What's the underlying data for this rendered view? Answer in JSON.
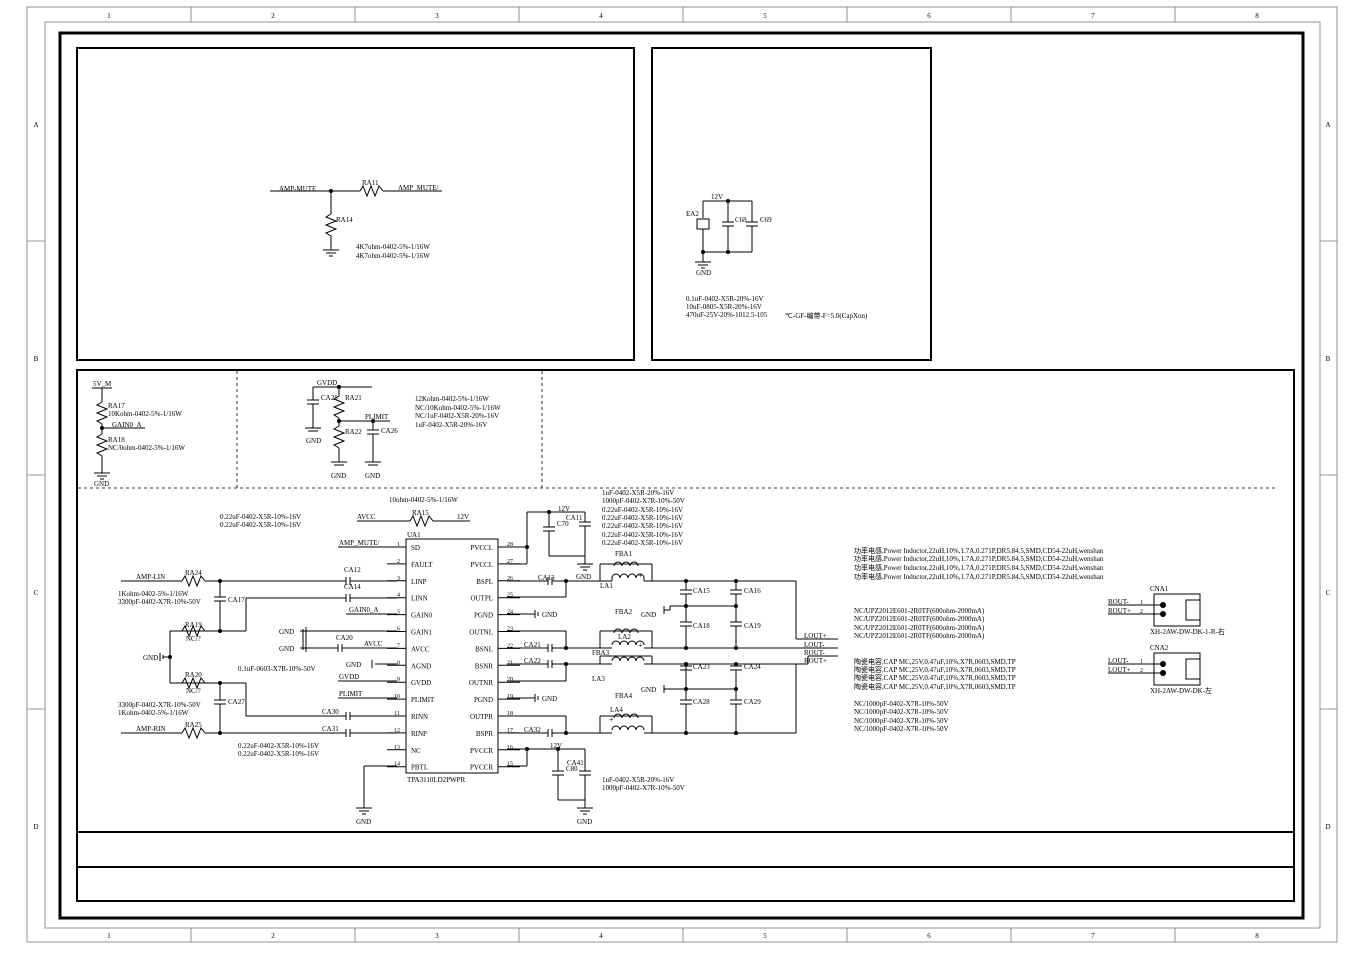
{
  "frame": {
    "cols": [
      "1",
      "2",
      "3",
      "4",
      "5",
      "6",
      "7",
      "8"
    ],
    "rows": [
      "A",
      "B",
      "C",
      "D"
    ]
  },
  "mute": {
    "net_in": "AMP-MUTE",
    "net_out": "AMP_MUTE/",
    "r_top": "RA11",
    "r_down": "RA14",
    "notes": [
      "4K7ohm-0402-5%-1/16W",
      "4K7ohm-0402-5%-1/16W"
    ]
  },
  "power": {
    "net": "12V",
    "cap_e": "EA2",
    "cap_a": "C68",
    "cap_b": "C69",
    "gnd": "GND",
    "notes": [
      "0.1uF-0402-X5R-20%-16V",
      "10uF-0805-X5R-20%-16V",
      "470uF-25V-20%-1012.5-105",
      "℃-GF-编带-F=5.0(CapXon)"
    ]
  },
  "gain": {
    "net_top": "5V_M",
    "r1": "RA17",
    "r1_val": "10Kohm-0402-5%-1/16W",
    "net_mid": "GAIN0_A",
    "r2": "RA18",
    "r2_val": "NC/0ohm-0402-5%-1/16W",
    "gnd": "GND"
  },
  "gvdd": {
    "net": "GVDD",
    "cap": "CA25",
    "r1": "RA21",
    "r2": "RA22",
    "net_plimit": "PLIMIT",
    "cap2": "CA26",
    "gnd": "GND",
    "notes": [
      "12Kohm-0402-5%-1/16W",
      "NC/10Kohm-0402-5%-1/16W",
      "NC/1uF-0402-X5R-20%-16V",
      "1uF-0402-X5R-20%-16V"
    ]
  },
  "ic": {
    "ref": "UA1",
    "part": "TPA3110LD2PWPR",
    "left_pins": [
      {
        "num": "1",
        "name": "SD",
        "net": "AMP_MUTE/"
      },
      {
        "num": "2",
        "name": "FAULT",
        "net": ""
      },
      {
        "num": "3",
        "name": "LINP",
        "net": ""
      },
      {
        "num": "4",
        "name": "LINN",
        "net": ""
      },
      {
        "num": "5",
        "name": "GAIN0",
        "net": "GAIN0_A"
      },
      {
        "num": "6",
        "name": "GAIN1",
        "net": ""
      },
      {
        "num": "7",
        "name": "AVCC",
        "net": "AVCC"
      },
      {
        "num": "8",
        "name": "AGND",
        "net": ""
      },
      {
        "num": "9",
        "name": "GVDD",
        "net": "GVDD"
      },
      {
        "num": "10",
        "name": "PLIMIT",
        "net": "PLIMIT"
      },
      {
        "num": "11",
        "name": "RINN",
        "net": ""
      },
      {
        "num": "12",
        "name": "RINP",
        "net": ""
      },
      {
        "num": "13",
        "name": "NC",
        "net": ""
      },
      {
        "num": "14",
        "name": "PBTL",
        "net": ""
      }
    ],
    "right_pins": [
      {
        "num": "28",
        "name": "PVCCL"
      },
      {
        "num": "27",
        "name": "PVCCL"
      },
      {
        "num": "26",
        "name": "BSPL"
      },
      {
        "num": "25",
        "name": "OUTPL"
      },
      {
        "num": "24",
        "name": "PGND"
      },
      {
        "num": "23",
        "name": "OUTNL"
      },
      {
        "num": "22",
        "name": "BSNL"
      },
      {
        "num": "21",
        "name": "BSNR"
      },
      {
        "num": "20",
        "name": "OUTNR"
      },
      {
        "num": "19",
        "name": "PGND"
      },
      {
        "num": "18",
        "name": "OUTPR"
      },
      {
        "num": "17",
        "name": "BSPR"
      },
      {
        "num": "16",
        "name": "PVCCR"
      },
      {
        "num": "15",
        "name": "PVCCR"
      }
    ]
  },
  "amp": {
    "avcc_net": "AVCC",
    "ra15": "RA15",
    "ra15_val": "10ohm-0402-5%-1/16W",
    "v12": "12V",
    "cap_in_notes": [
      "0.22uF-0402-X5R-10%-16V",
      "0.22uF-0402-X5R-10%-16V"
    ],
    "cap_in_notes2": [
      "0.22uF-0402-X5R-10%-16V",
      "0.22uF-0402-X5R-10%-16V"
    ],
    "ca12": "CA12",
    "ca14": "CA14",
    "ca17": "CA17",
    "ca20": "CA20",
    "ca20_note": "0.1uF-0603-X7R-10%-50V",
    "ca27": "CA27",
    "ca30": "CA30",
    "ca31": "CA31",
    "ra19": "RA19",
    "ra20": "RA20",
    "nc_label": "NC/?",
    "ra24": "RA24",
    "ra25": "RA25",
    "ra24_notes": [
      "1Kohm-0402-5%-1/16W",
      "3300pF-0402-X7R-10%-50V"
    ],
    "ra25_notes": [
      "3300pF-0402-X7R-10%-50V",
      "1Kohm-0402-5%-1/16W"
    ],
    "in_l": "AMP-LIN",
    "in_r": "AMP-RIN",
    "gnd": "GND",
    "top_cap_notes": [
      "1uF-0402-X5R-20%-16V",
      "1000pF-0402-X7R-10%-50V",
      "0.22uF-0402-X5R-10%-16V",
      "0.22uF-0402-X5R-10%-16V",
      "0.22uF-0402-X5R-10%-16V",
      "0.22uF-0402-X5R-10%-16V",
      "0.22uF-0402-X5R-10%-16V"
    ],
    "bottom_cap_notes": [
      "1uF-0402-X5R-20%-16V",
      "1000pF-0402-X7R-10%-50V"
    ],
    "ca11": "CA11",
    "c70": "C70",
    "ca41": "CA41",
    "c80": "C80",
    "ca13": "CA13",
    "ca21": "CA21",
    "ca22": "CA22",
    "ca32": "CA32",
    "fba1": "FBA1",
    "fba2": "FBA2",
    "fba3": "FBA3",
    "fba4": "FBA4",
    "la1": "LA1",
    "la2": "LA2",
    "la3": "LA3",
    "la4": "LA4",
    "ca15": "CA15",
    "ca16": "CA16",
    "ca18": "CA18",
    "ca19": "CA19",
    "ca23": "CA23",
    "ca24": "CA24",
    "ca28": "CA28",
    "ca29": "CA29",
    "out_nets": [
      "LOUT+",
      "LOUT-",
      "ROUT-",
      "ROUT+"
    ]
  },
  "notes_right": {
    "inductor": [
      "功率电感,Power Inductor,22uH,10%,1.7A,0.271P,DR5.84.5,SMD,CD54-22uH,wenshan",
      "功率电感,Power Inductor,22uH,10%,1.7A,0.271P,DR5.84.5,SMD,CD54-22uH,wenshan",
      "功率电感,Power Inductor,22uH,10%,1.7A,0.271P,DR5.84.5,SMD,CD54-22uH,wenshan",
      "功率电感,Power Inductor,22uH,10%,1.7A,0.271P,DR5.84.5,SMD,CD54-22uH,wenshan"
    ],
    "bead": [
      "NC/UPZ2012E601-2R0TF(600ohm-2000mA)",
      "NC/UPZ2012E601-2R0TF(600ohm-2000mA)",
      "NC/UPZ2012E601-2R0TF(600ohm-2000mA)",
      "NC/UPZ2012E601-2R0TF(600ohm-2000mA)"
    ],
    "ceramic": [
      "陶瓷电容,CAP MC,25V,0.47uF,10%,X7R,0603,SMD,TP",
      "陶瓷电容,CAP MC,25V,0.47uF,10%,X7R,0603,SMD,TP",
      "陶瓷电容,CAP MC,25V,0.47uF,10%,X7R,0603,SMD,TP",
      "陶瓷电容,CAP MC,25V,0.47uF,10%,X7R,0603,SMD,TP"
    ],
    "nc_cap": [
      "NC/1000pF-0402-X7R-10%-50V",
      "NC/1000pF-0402-X7R-10%-50V",
      "NC/1000pF-0402-X7R-10%-50V",
      "NC/1000pF-0402-X7R-10%-50V"
    ]
  },
  "connectors": [
    {
      "ref": "CNA1",
      "pin1": "ROUT-",
      "pin2": "ROUT+",
      "part": "XH-2AW-DW-DK-1-R-右"
    },
    {
      "ref": "CNA2",
      "pin1": "LOUT-",
      "pin2": "LOUT+",
      "part": "XH-2AW-DW-DK-左"
    }
  ]
}
